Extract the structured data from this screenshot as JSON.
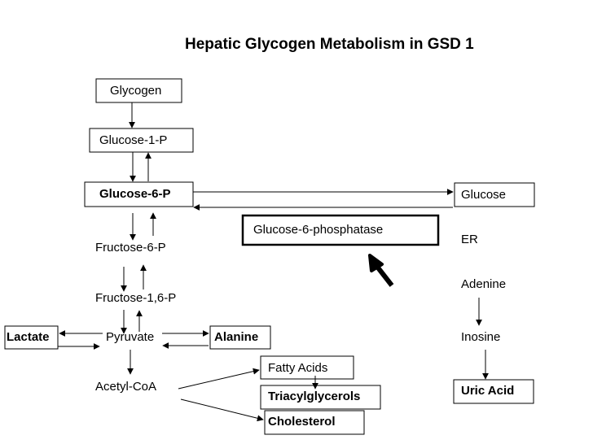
{
  "title": "Hepatic Glycogen Metabolism in GSD 1",
  "nodes": {
    "glycogen": "Glycogen",
    "glucose_1_p": "Glucose-1-P",
    "glucose_6_p": "Glucose-6-P",
    "glucose": "Glucose",
    "glucose_6_phosphatase": "Glucose-6-phosphatase",
    "er": "ER",
    "fructose_6_p": "Fructose-6-P",
    "fructose_1_6_p": "Fructose-1,6-P",
    "adenine": "Adenine",
    "lactate": "Lactate",
    "pyruvate": "Pyruvate",
    "alanine": "Alanine",
    "inosine": "Inosine",
    "fatty_acids": "Fatty Acids",
    "acetyl_coa": "Acetyl-CoA",
    "triacylglycerols": "Triacylglycerols",
    "uric_acid": "Uric Acid",
    "cholesterol": "Cholesterol"
  }
}
